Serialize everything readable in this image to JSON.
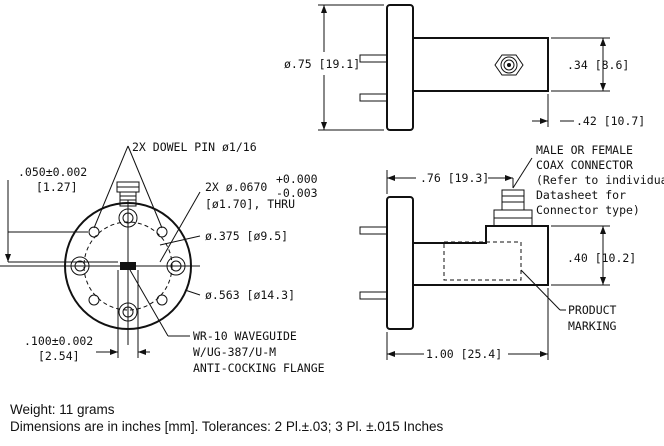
{
  "top_view": {
    "diameter": "ø.75 [19.1]",
    "height": ".34 [8.6]",
    "offset": ".42 [10.7]"
  },
  "front_view": {
    "dowel_pin": "2X DOWEL PIN ø1/16",
    "pin_offset_line1": ".050±0.002",
    "pin_offset_line2": "[1.27]",
    "hole_dia_main": "2X ø.0670",
    "hole_tol_plus": "+0.000",
    "hole_tol_minus": "-0.003",
    "hole_dia_metric": "[ø1.70], THRU",
    "bolt_circle": "ø.375 [ø9.5]",
    "flange_dia": "ø.563 [ø14.3]",
    "bottom_dim_line1": ".100±0.002",
    "bottom_dim_line2": "[2.54]",
    "waveguide_line1": "WR-10 WAVEGUIDE",
    "waveguide_line2": "W/UG-387/U-M",
    "waveguide_line3": "ANTI-COCKING FLANGE"
  },
  "side_view": {
    "connector_offset": ".76 [19.3]",
    "connector_line1": "MALE OR FEMALE",
    "connector_line2": "COAX CONNECTOR",
    "connector_line3": "(Refer to individual",
    "connector_line4": "Datasheet for",
    "connector_line5": "Connector type)",
    "body_height": ".40 [10.2]",
    "marking_line1": "PRODUCT",
    "marking_line2": "MARKING",
    "length": "1.00 [25.4]"
  },
  "notes": {
    "weight": "Weight: 11 grams",
    "dimensions": "Dimensions are in inches [mm]. Tolerances: 2 Pl.±.03; 3 Pl. ±.015 Inches"
  }
}
